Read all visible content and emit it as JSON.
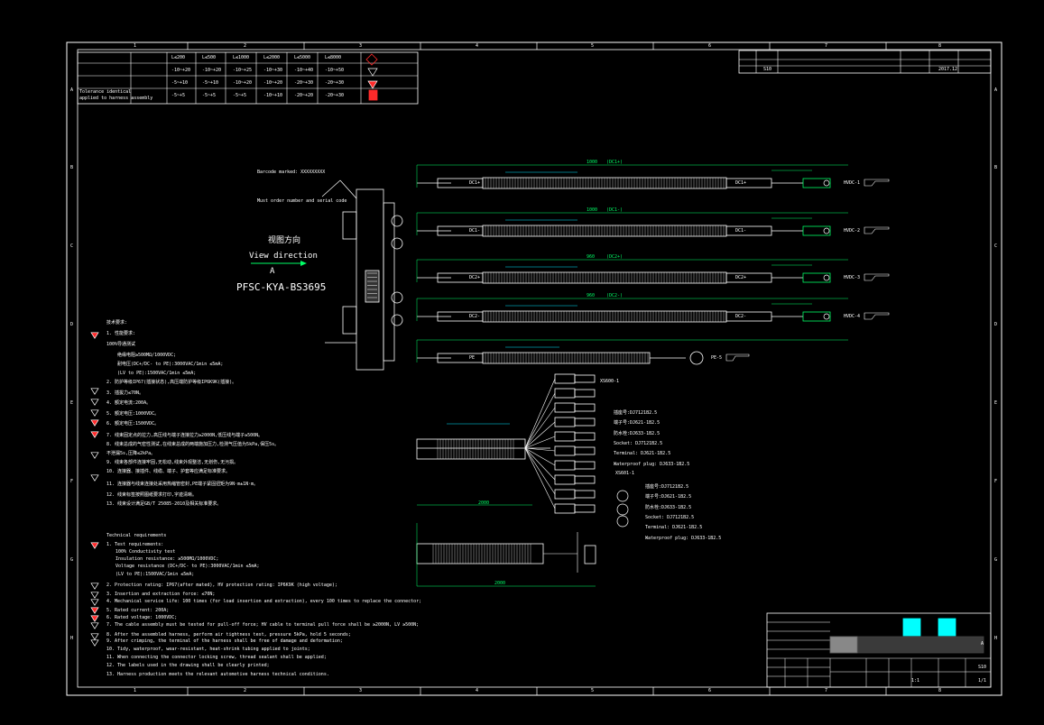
{
  "top_table": {
    "headers": [
      "L≤200",
      "L≤500",
      "L≤1000",
      "L≤2000",
      "L≤5000",
      "L≤8000"
    ],
    "rows": [
      [
        "-10~+20",
        "-10~+20",
        "-10~+25",
        "-10~+30",
        "-10~+40",
        "-10~+50"
      ],
      [
        "-5~+10",
        "-5~+10",
        "-10~+20",
        "-10~+20",
        "-20~+30",
        "-20~+30"
      ],
      [
        "-5~+5",
        "-5~+5",
        "-5~+5",
        "-10~+10",
        "-20~+20",
        "-20~+30"
      ]
    ],
    "left_label_1": "Tolerance identical",
    "left_label_2": "applied to harness assembly"
  },
  "right_header": {
    "code_1": "S10",
    "code_2": "2017.12"
  },
  "connector": {
    "label_cn": "视图方向",
    "label_en": "View direction",
    "letter": "A",
    "part_no": "PFSC-KYA-BS3695",
    "note_1": "Barcode marked: XXXXXXXXX",
    "note_2": "Must order number and serial code"
  },
  "cables": [
    {
      "dim": "1000",
      "tag": "(DC1+)",
      "label": "DC1+",
      "code": "HVDC-1"
    },
    {
      "dim": "1000",
      "tag": "(DC1-)",
      "label": "DC1-",
      "code": "HVDC-2"
    },
    {
      "dim": "960",
      "tag": "(DC2+)",
      "label": "DC2+",
      "code": "HVDC-3"
    },
    {
      "dim": "960",
      "tag": "(DC2-)",
      "label": "DC2-",
      "code": "HVDC-4"
    },
    {
      "dim": "",
      "tag": "",
      "label": "PE",
      "code": "PE-5"
    }
  ],
  "lv_branch": {
    "block1_title": "XS600-1",
    "block1": [
      "插座号:DJ7121B2.5",
      "端子号:DJ621-1B2.5",
      "防水栓:DJ633-1B2.5",
      "Socket: DJ7121B2.5",
      "Terminal: DJ621-1B2.5",
      "Waterproof plug: DJ633-1B2.5"
    ],
    "block2_title": "XS601-1",
    "block2": [
      "插座号:DJ7121B2.5",
      "端子号:DJ621-1B2.5",
      "防水栓:DJ633-1B2.5",
      "Socket: DJ7121B2.5",
      "Terminal: DJ621-1B2.5",
      "Waterproof plug: DJ633-1B2.5"
    ],
    "dim_main": "2000",
    "dim_bottom": "2000"
  },
  "notes_cn": [
    "技术要求:",
    "1. 性能要求:",
    "100%导通测试",
    "绝缘电阻≥500MΩ/1000VDC;",
    "耐电压(DC+/DC- to PE):3000VAC/1min ≤5mA;",
    "(LV to PE):1500VAC/1min ≤5mA;",
    "2. 防护等级IP67(插接状态),高压端防护等级IP6K9K(插接)。",
    "3. 插拔力≤70N。",
    "4. 额定电流:200A。",
    "5. 额定电压:1000VDC。",
    "6. 额定电压:1500VDC。",
    "7. 线束固定点的拉力,高压线与端子连接拉力≥2000N,低压线与端子≥500N。",
    "8. 线束总成的气密性测试,在线束总成的两端施加压力,检测气压值为5kPa,保压5s。",
    "不泄漏5s,压降≤2kPa。",
    "9. 线束各部件连接牢固,无松动,线束外观整洁,无划伤,无污损。",
    "10. 连接器、接插件、线缆、端子、护套等应满足标准要求。",
    "11. 连接器与线束连接处采用热缩管密封,PE端子紧固扭矩为9N·m±1N·m。",
    "12. 线束标签按照图纸要求打印,字迹清晰。",
    "13. 线束设计满足GB/T 25085-2010及相关标准要求。"
  ],
  "notes_en": [
    "Technical requirements",
    "1. Test requirements:",
    "100% Conductivity test",
    "Insulation resistance: ≥500MΩ/1000VDC;",
    "Voltage resistance (DC+/DC- to PE):3000VAC/1min ≤5mA;",
    "(LV to PE):1500VAC/1min ≤5mA;",
    "2. Protection rating: IP67(after mated), HV protection rating: IP6K9K (high voltage);",
    "3. Insertion and extraction force: ≤70N;",
    "4. Mechanical service life: 100 times (for load insertion and extraction), every 100 times to replace the connector;",
    "5. Rated current: 200A;",
    "6. Rated voltage: 1000VDC;",
    "7. The cable assembly must be tested for pull-off force; HV cable to terminal pull force shall be ≥2000N, LV ≥500N;",
    "8. After the assembled harness, perform air tightness test, pressure 5kPa, hold 5 seconds;",
    "9. After crimping, the terminal of the harness shall be free of damage and deformation;",
    "10. Tidy, waterproof, wear-resistant, heat-shrink tubing applied to joints;",
    "11. When connecting the connector locking screw, thread sealant shall be applied;",
    "12. The labels used in the drawing shall be clearly printed;",
    "13. Harness production meets the relevant automotive harness technical conditions."
  ],
  "title_block": {
    "scale": "1:1",
    "sheet": "S10",
    "page": "1/1",
    "rev": "A"
  },
  "grid": {
    "cols": [
      "1",
      "2",
      "3",
      "4",
      "5",
      "6",
      "7",
      "8"
    ],
    "rows": [
      "A",
      "B",
      "C",
      "D",
      "E",
      "F",
      "G",
      "H"
    ]
  },
  "colors": {
    "line": "#ffffff",
    "dim": "#00ff66",
    "note": "#00e5ff",
    "mark": "#ff2a2a",
    "accent": "#00ffff"
  }
}
